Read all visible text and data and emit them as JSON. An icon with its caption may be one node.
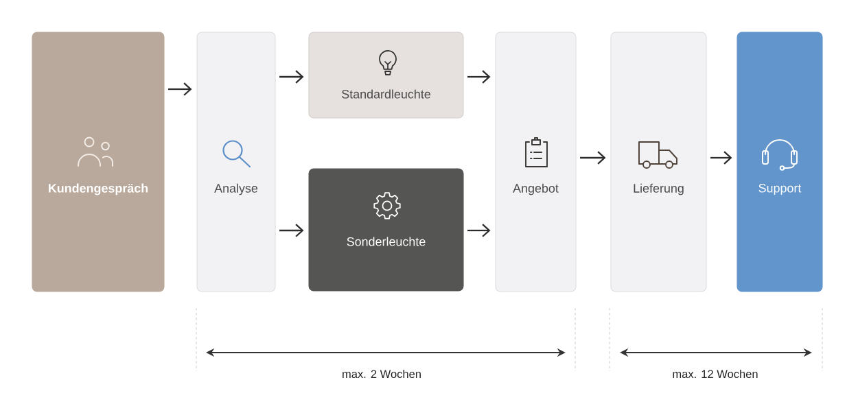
{
  "diagram": {
    "nodes": [
      {
        "text": [
          "Kundengespräch"
        ]
      },
      {
        "text": [
          "Analyse"
        ]
      },
      {
        "text": [
          "Standardleuchte"
        ]
      },
      {
        "text": [
          "Sonderleuchte"
        ]
      },
      {
        "text": [
          "Angebot"
        ]
      },
      {
        "text": [
          "Lieferung"
        ]
      },
      {
        "text": [
          "Support"
        ]
      }
    ],
    "edges": [
      {
        "from": 0,
        "to": 1,
        "arrow": "to"
      },
      {
        "from": 1,
        "to": 2,
        "arrow": "to"
      },
      {
        "from": 1,
        "to": 3,
        "arrow": "to"
      },
      {
        "from": 2,
        "to": 4,
        "arrow": "to"
      },
      {
        "from": 3,
        "to": 4,
        "arrow": "to"
      },
      {
        "from": 4,
        "to": 5,
        "arrow": "to"
      },
      {
        "from": 5,
        "to": 6,
        "arrow": "to"
      }
    ],
    "labels": [
      "max. 2 Wochen",
      "max. 12 Wochen"
    ]
  }
}
